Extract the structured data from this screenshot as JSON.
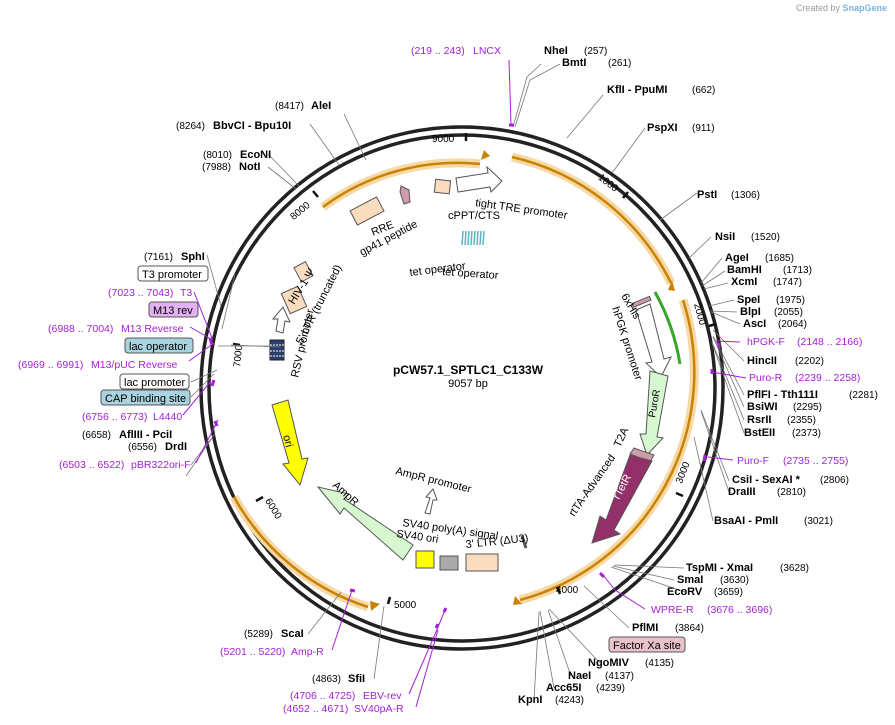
{
  "credit": {
    "prefix": "Created by",
    "brand": "SnapGene"
  },
  "plasmid": {
    "name": "pCW57.1_SPTLC1_C133W",
    "length": "9057 bp"
  },
  "ticks": [
    {
      "label": "1000"
    },
    {
      "label": "2000"
    },
    {
      "label": "3000"
    },
    {
      "label": "4000"
    },
    {
      "label": "5000"
    },
    {
      "label": "6000"
    },
    {
      "label": "7000"
    },
    {
      "label": "8000"
    },
    {
      "label": "9000"
    }
  ],
  "right_sites": [
    {
      "name": "NheI",
      "pos": "(257)"
    },
    {
      "name": "BmtI",
      "pos": "(261)"
    },
    {
      "name": "KflI  - PpuMI",
      "pos": "(662)"
    },
    {
      "name": "PspXI",
      "pos": "(911)"
    },
    {
      "name": "PstI",
      "pos": "(1306)"
    },
    {
      "name": "NsiI",
      "pos": "(1520)"
    },
    {
      "name": "AgeI",
      "pos": "(1685)"
    },
    {
      "name": "BamHI",
      "pos": "(1713)"
    },
    {
      "name": "XcmI",
      "pos": "(1747)"
    },
    {
      "name": "SpeI",
      "pos": "(1975)"
    },
    {
      "name": "BlpI",
      "pos": "(2055)"
    },
    {
      "name": "AscI",
      "pos": "(2064)"
    },
    {
      "name": "HincII",
      "pos": "(2202)"
    },
    {
      "name": "PflFI  - Tth111I",
      "pos": "(2281)"
    },
    {
      "name": "BsiWI",
      "pos": "(2295)"
    },
    {
      "name": "RsrII",
      "pos": "(2355)"
    },
    {
      "name": "BstEII",
      "pos": "(2373)"
    },
    {
      "name": "CsiI  - SexAI *",
      "pos": "(2806)"
    },
    {
      "name": "DraIII",
      "pos": "(2810)"
    },
    {
      "name": "BsaAI  - PmlI",
      "pos": "(3021)"
    },
    {
      "name": "TspMI  - XmaI",
      "pos": "(3628)"
    },
    {
      "name": "SmaI",
      "pos": "(3630)"
    },
    {
      "name": "EcoRV",
      "pos": "(3659)"
    },
    {
      "name": "PflMI",
      "pos": "(3864)"
    },
    {
      "name": "NgoMIV",
      "pos": "(4135)"
    },
    {
      "name": "NaeI",
      "pos": "(4137)"
    },
    {
      "name": "Acc65I",
      "pos": "(4239)"
    },
    {
      "name": "KpnI",
      "pos": "(4243)"
    }
  ],
  "left_sites": [
    {
      "name": "AleI",
      "pos": "(8417)"
    },
    {
      "name": "BbvCI  - Bpu10I",
      "pos": "(8264)"
    },
    {
      "name": "EcoNI",
      "pos": "(8010)"
    },
    {
      "name": "NotI",
      "pos": "(7988)"
    },
    {
      "name": "SphI",
      "pos": "(7161)"
    },
    {
      "name": "AflIII  - PciI",
      "pos": "(6658)"
    },
    {
      "name": "DrdI",
      "pos": "(6556)"
    },
    {
      "name": "ScaI",
      "pos": "(5289)"
    },
    {
      "name": "SfiI",
      "pos": "(4863)"
    }
  ],
  "primers": [
    {
      "name": "LNCX",
      "range": "(219 .. 243)"
    },
    {
      "name": "hPGK-F",
      "range": "(2148 .. 2166)"
    },
    {
      "name": "Puro-R",
      "range": "(2239 .. 2258)"
    },
    {
      "name": "Puro-F",
      "range": "(2735 .. 2755)"
    },
    {
      "name": "WPRE-R",
      "range": "(3676 .. 3696)"
    },
    {
      "name": "Amp-R",
      "range": "(5201 .. 5220)"
    },
    {
      "name": "EBV-rev",
      "range": "(4706 .. 4725)"
    },
    {
      "name": "SV40pA-R",
      "range": "(4652 .. 4671)"
    },
    {
      "name": "T3",
      "range": "(7023 .. 7043)"
    },
    {
      "name": "M13 Reverse",
      "range": "(6988 .. 7004)"
    },
    {
      "name": "M13/pUC Reverse",
      "range": "(6969 .. 6991)"
    },
    {
      "name": "L4440",
      "range": "(6756 .. 6773)"
    },
    {
      "name": "pBR322ori-F",
      "range": "(6503 .. 6522)"
    }
  ],
  "boxed_features": [
    {
      "name": "T3 promoter"
    },
    {
      "name": "M13 rev"
    },
    {
      "name": "lac operator"
    },
    {
      "name": "lac promoter"
    },
    {
      "name": "CAP binding site"
    },
    {
      "name": "Factor Xa site"
    }
  ],
  "features": [
    {
      "name": "tight TRE promoter"
    },
    {
      "name": "cPPT/CTS"
    },
    {
      "name": "RRE"
    },
    {
      "name": "gp41 peptide"
    },
    {
      "name": "tet operator"
    },
    {
      "name": "tet operator"
    },
    {
      "name": "HIV-1 Ψ"
    },
    {
      "name": "5' LTR (truncated)"
    },
    {
      "name": "RSV promoter"
    },
    {
      "name": "6xHis"
    },
    {
      "name": "hPGK promoter"
    },
    {
      "name": "PuroR"
    },
    {
      "name": "T2A"
    },
    {
      "name": "rtTA-Advanced"
    },
    {
      "name": "rTetR"
    },
    {
      "name": "ori"
    },
    {
      "name": "AmpR"
    },
    {
      "name": "AmpR promoter"
    },
    {
      "name": "SV40 poly(A) signal"
    },
    {
      "name": "SV40 ori"
    },
    {
      "name": "3' LTR (ΔU3)"
    }
  ],
  "colors": {
    "backbone": "#222222",
    "orf_arc": "#c98300",
    "orf_glow": "#f6d9a6",
    "primer": "#a51fd6",
    "promoter_fill": "#ffffff",
    "feature_peach": "#fbdcbe",
    "puro": "#d6f7d0",
    "rteTR": "#93306a",
    "ori": "#ffff00",
    "sv40ori": "#ffff00",
    "ltr3": "#fbdcbe",
    "tetop": "#5ab4c3",
    "lac_box": "#a8d3df",
    "m13_box": "#e3b0f2",
    "xa_box": "#e9c2cb"
  }
}
